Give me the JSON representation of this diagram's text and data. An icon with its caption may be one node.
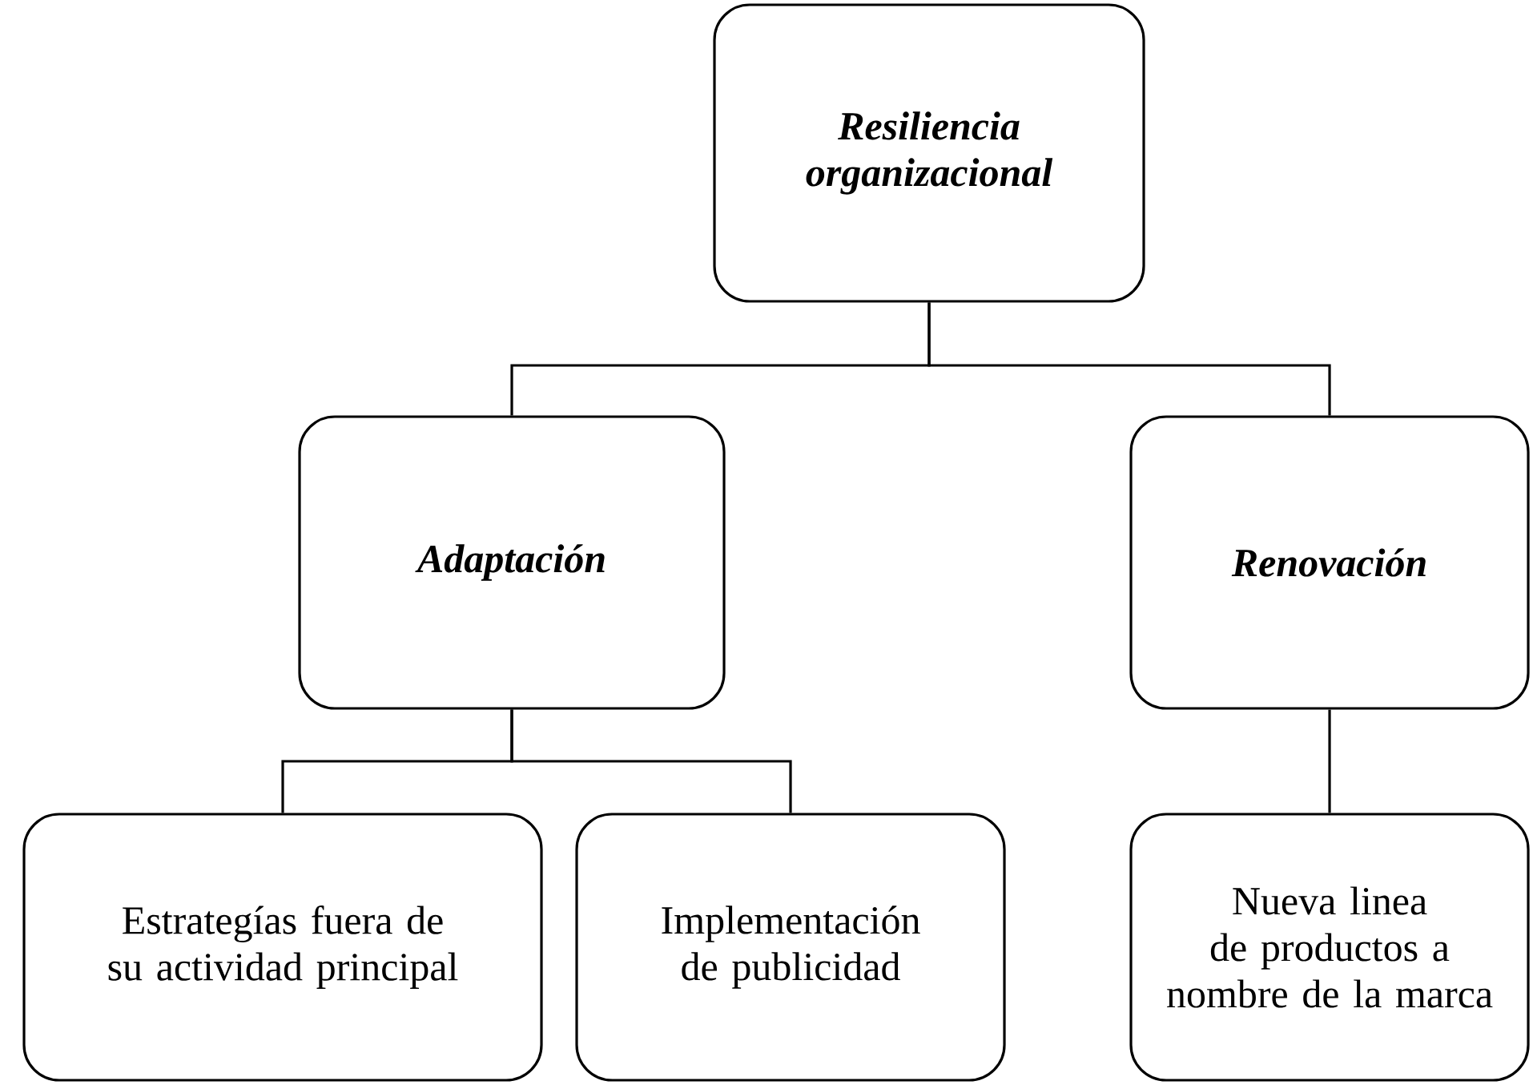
{
  "diagram": {
    "nodes": [
      {
        "text": [
          "Resiliencia organizacional"
        ]
      },
      {
        "text": [
          "Adaptación"
        ]
      },
      {
        "text": [
          "Renovación"
        ]
      },
      {
        "text": [
          "Estrategías fuera de su actividad principal"
        ]
      },
      {
        "text": [
          "Implementación de publicidad"
        ]
      },
      {
        "text": [
          "Nueva linea de productos a nombre de la marca"
        ]
      }
    ],
    "edges": [
      {
        "from": 0,
        "to": 1,
        "arrow": "none"
      },
      {
        "from": 0,
        "to": 2,
        "arrow": "none"
      },
      {
        "from": 1,
        "to": 3,
        "arrow": "none"
      },
      {
        "from": 1,
        "to": 4,
        "arrow": "none"
      },
      {
        "from": 2,
        "to": 5,
        "arrow": "none"
      }
    ]
  }
}
